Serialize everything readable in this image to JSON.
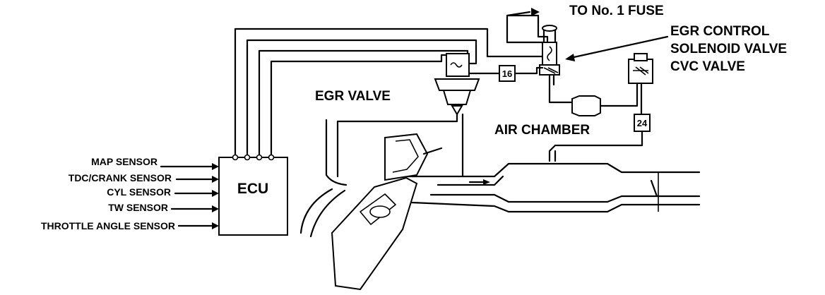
{
  "labels": {
    "fuse": "TO No. 1 FUSE",
    "egr_control_1": "EGR CONTROL",
    "egr_control_2": "SOLENOID VALVE",
    "cvc_valve": "CVC VALVE",
    "egr_valve": "EGR VALVE",
    "air_chamber": "AIR CHAMBER",
    "ecu": "ECU",
    "connector_16": "16",
    "connector_24": "24"
  },
  "sensors": [
    "MAP SENSOR",
    "TDC/CRANK SENSOR",
    "CYL SENSOR",
    "TW SENSOR",
    "THROTTLE ANGLE SENSOR"
  ]
}
